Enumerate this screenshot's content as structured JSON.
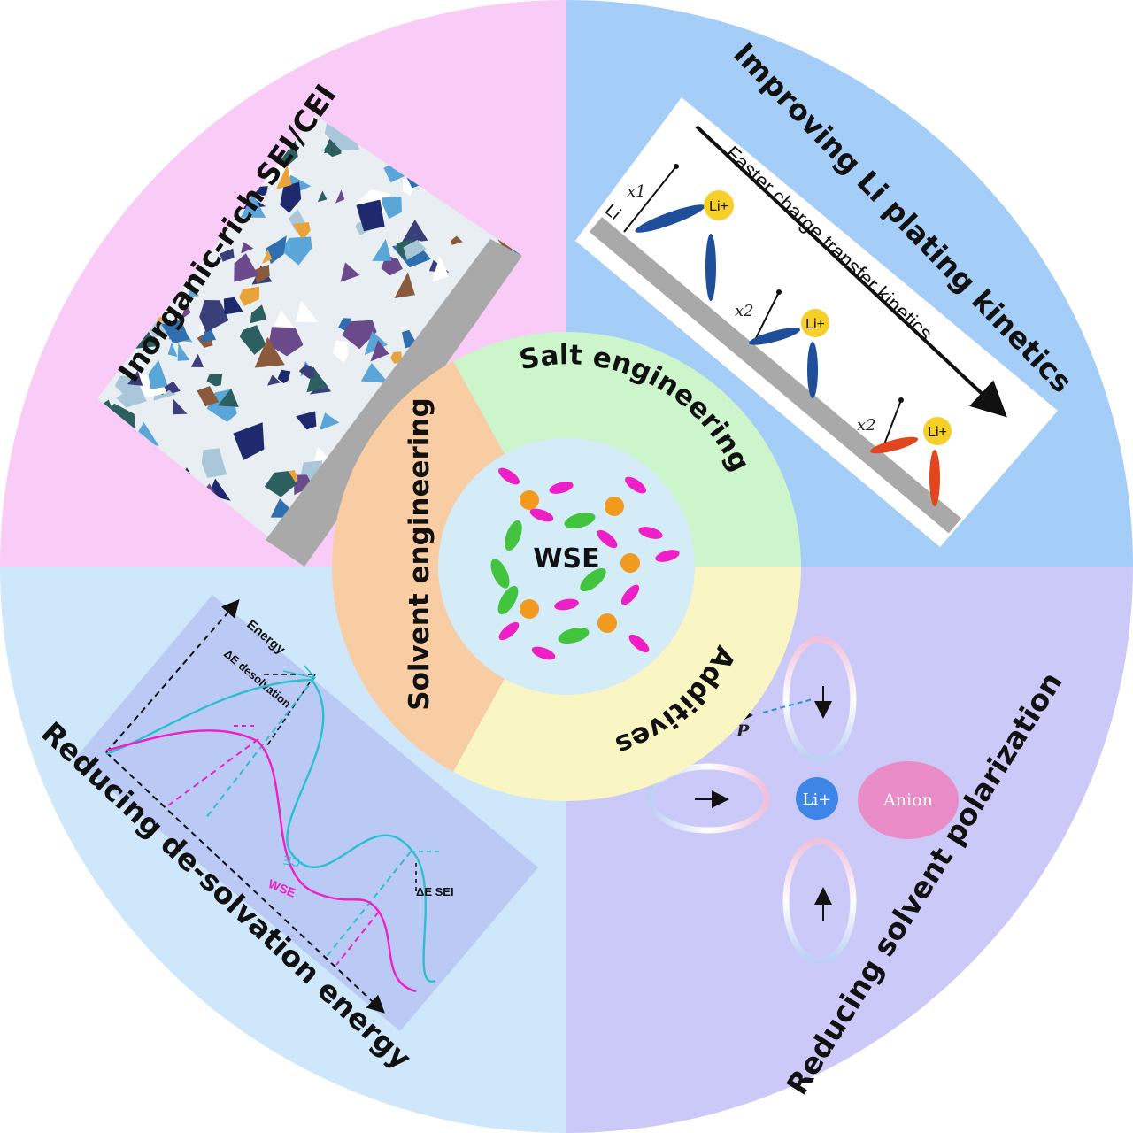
{
  "colors": {
    "pink": "#f9ccf7",
    "blue": "#a4cdf7",
    "light_blue": "#cfe7fb",
    "lavender": "#cbc9f8",
    "solvent_ring": "#f8cda4",
    "salt_ring": "#cdf5cb",
    "additives_ring": "#f9f6c4",
    "core": "#d3ecf8",
    "magenta": "#ee1fc6",
    "cyan": "#2dbfcc",
    "orange": "#f29a1e",
    "green": "#43c43f",
    "dark_blue_molecule": "#1f4e9a",
    "red_molecule": "#e2461e",
    "li_yellow": "#f7cf2a",
    "li_blue": "#3d86e6",
    "anion_pink": "#e98cc8"
  },
  "quadrants": {
    "top_left": {
      "title": "Inorganic-rich SEI/CEI"
    },
    "top_right": {
      "title": "Improving Li plating kinetics"
    },
    "bottom_left": {
      "title": "Reducing de-solvation energy"
    },
    "bottom_right": {
      "title": "Reducing solvent polarization"
    }
  },
  "ring": {
    "solvent": "Solvent engineering",
    "salt": "Salt engineering",
    "additives": "Additives"
  },
  "core": {
    "label": "WSE"
  },
  "kinetics_panel": {
    "arrow_label": "Faster charge transfer kinetics",
    "electrode_label": "Li",
    "ion_label": "Li+",
    "x_labels": [
      "x1",
      "x2",
      "x2"
    ]
  },
  "energy_panel": {
    "y_axis_label": "Energy",
    "delta_desolvation": "ΔE desolvation",
    "delta_sei": "ΔE SEI",
    "curve_ce": "CE",
    "curve_wse": "WSE"
  },
  "polarization_panel": {
    "vector_label": "P",
    "ion_label": "Li+",
    "anion_label": "Anion"
  }
}
